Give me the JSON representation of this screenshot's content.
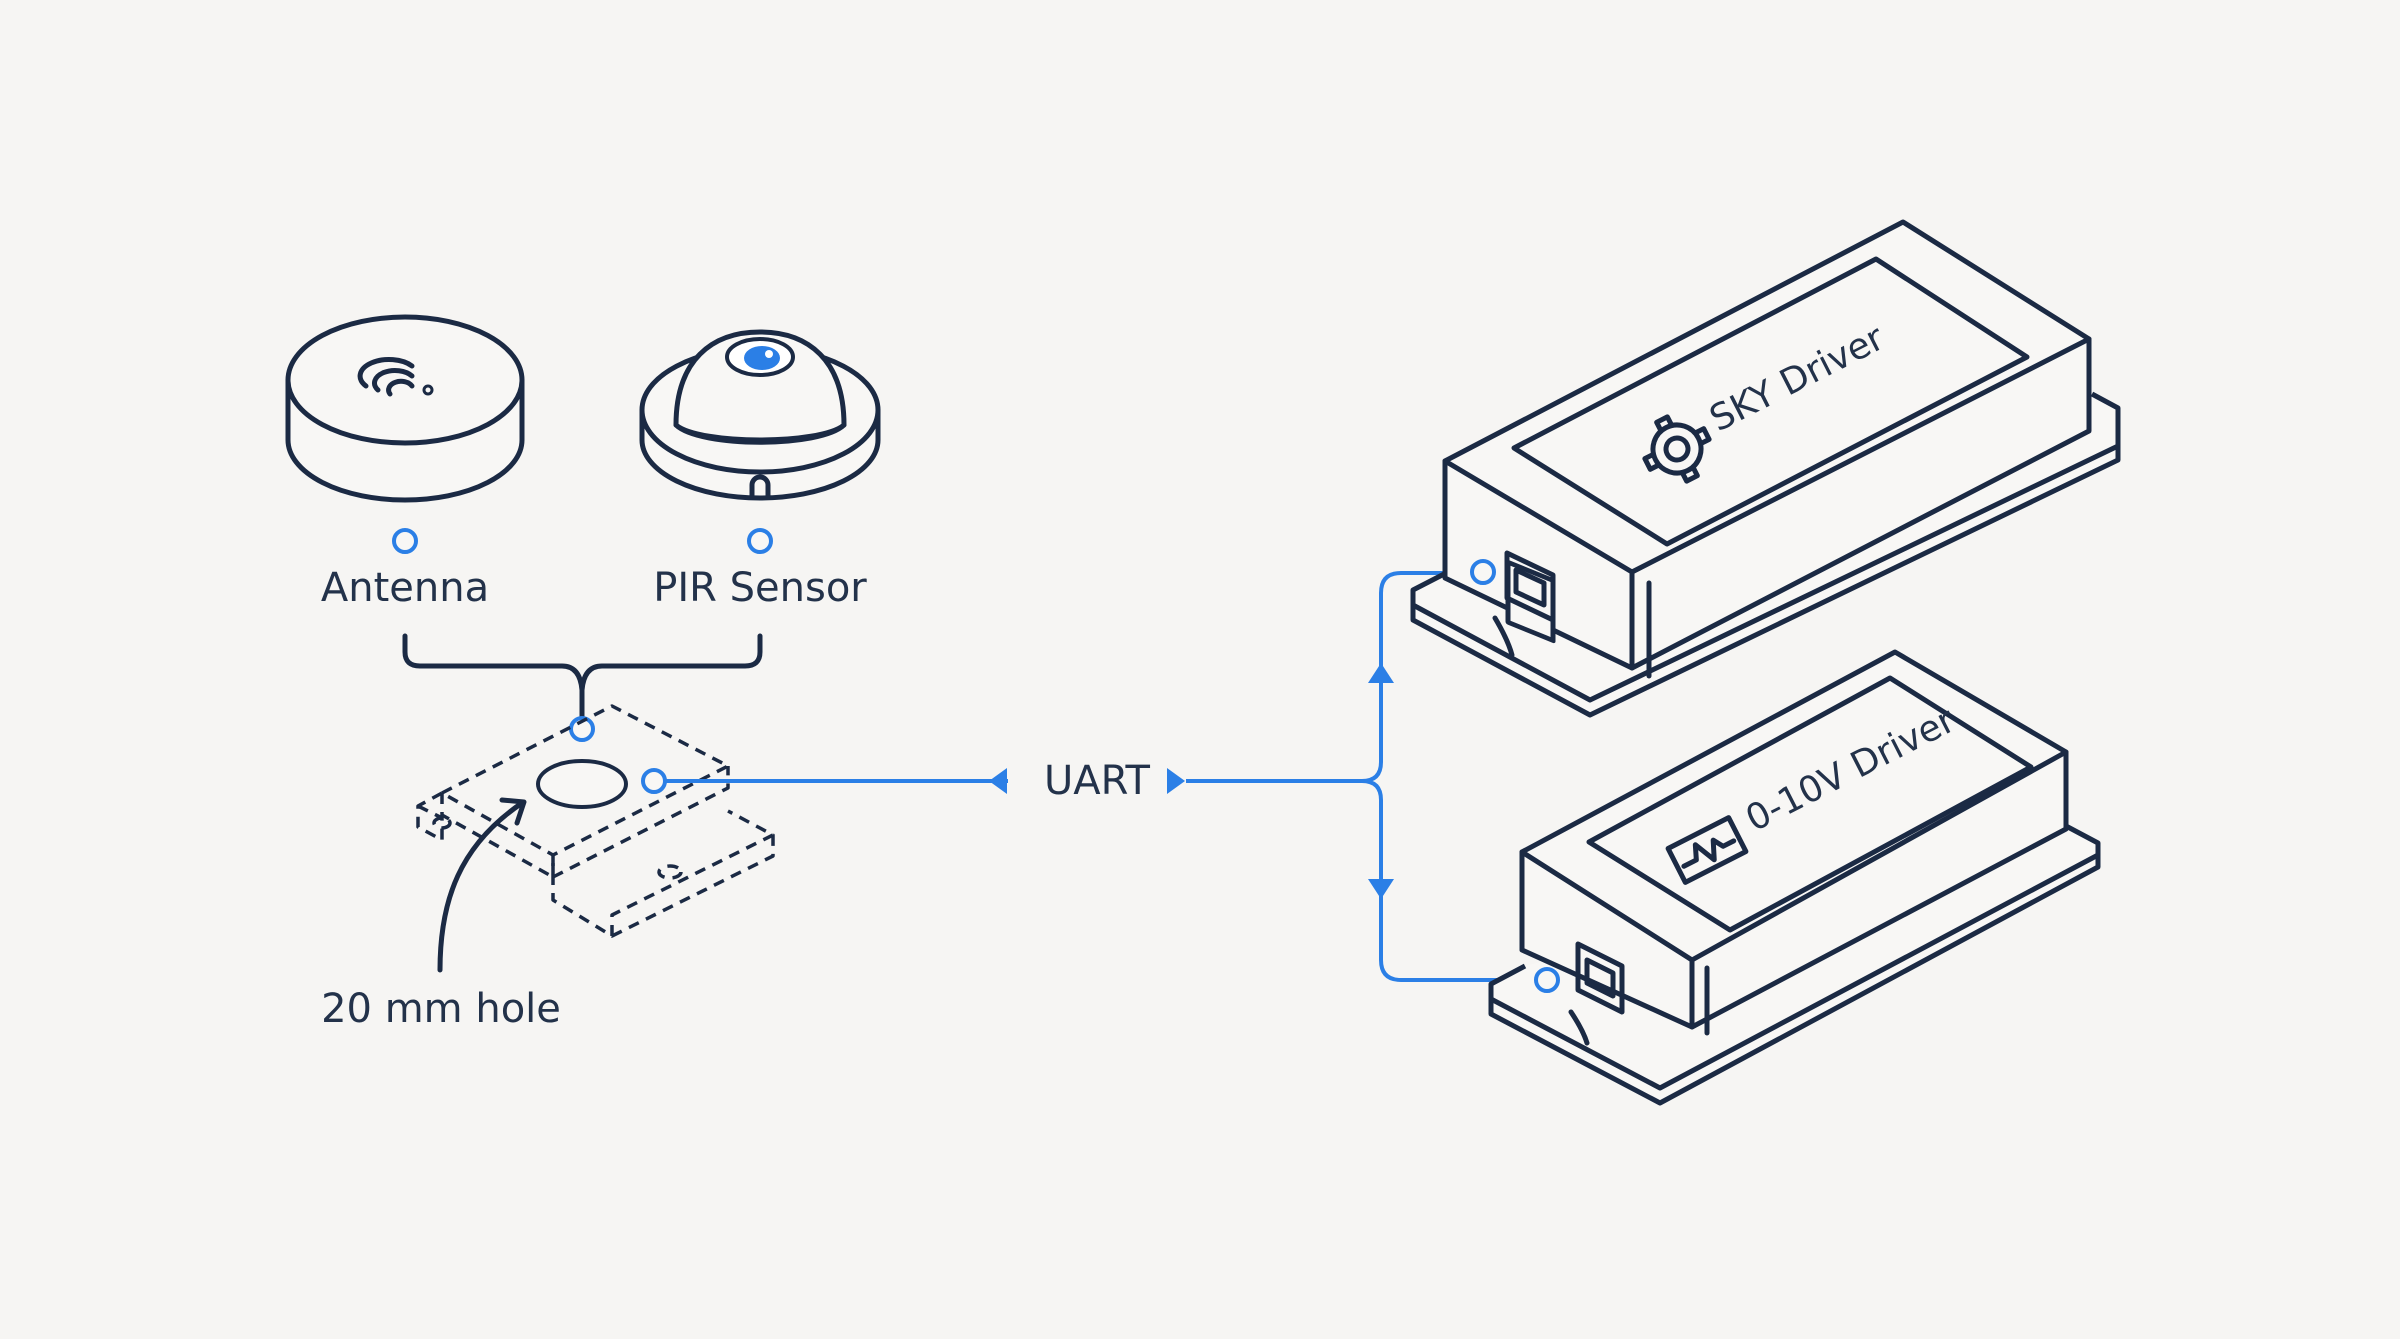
{
  "labels": {
    "antenna": "Antenna",
    "pir": "PIR Sensor",
    "hole": "20 mm hole",
    "link": "UART",
    "driver_top": "SKY Driver",
    "driver_bottom": "0-10V Driver"
  },
  "colors": {
    "accent": "#2b7fe6",
    "ink": "#1b2a44",
    "background": "#f6f5f3"
  },
  "icons": {
    "antenna": "wifi-icon",
    "pir": "eye-lens-icon",
    "driver_top": "gear-icon",
    "driver_bottom": "signal-wave-icon",
    "port": "rj45-port-icon"
  }
}
